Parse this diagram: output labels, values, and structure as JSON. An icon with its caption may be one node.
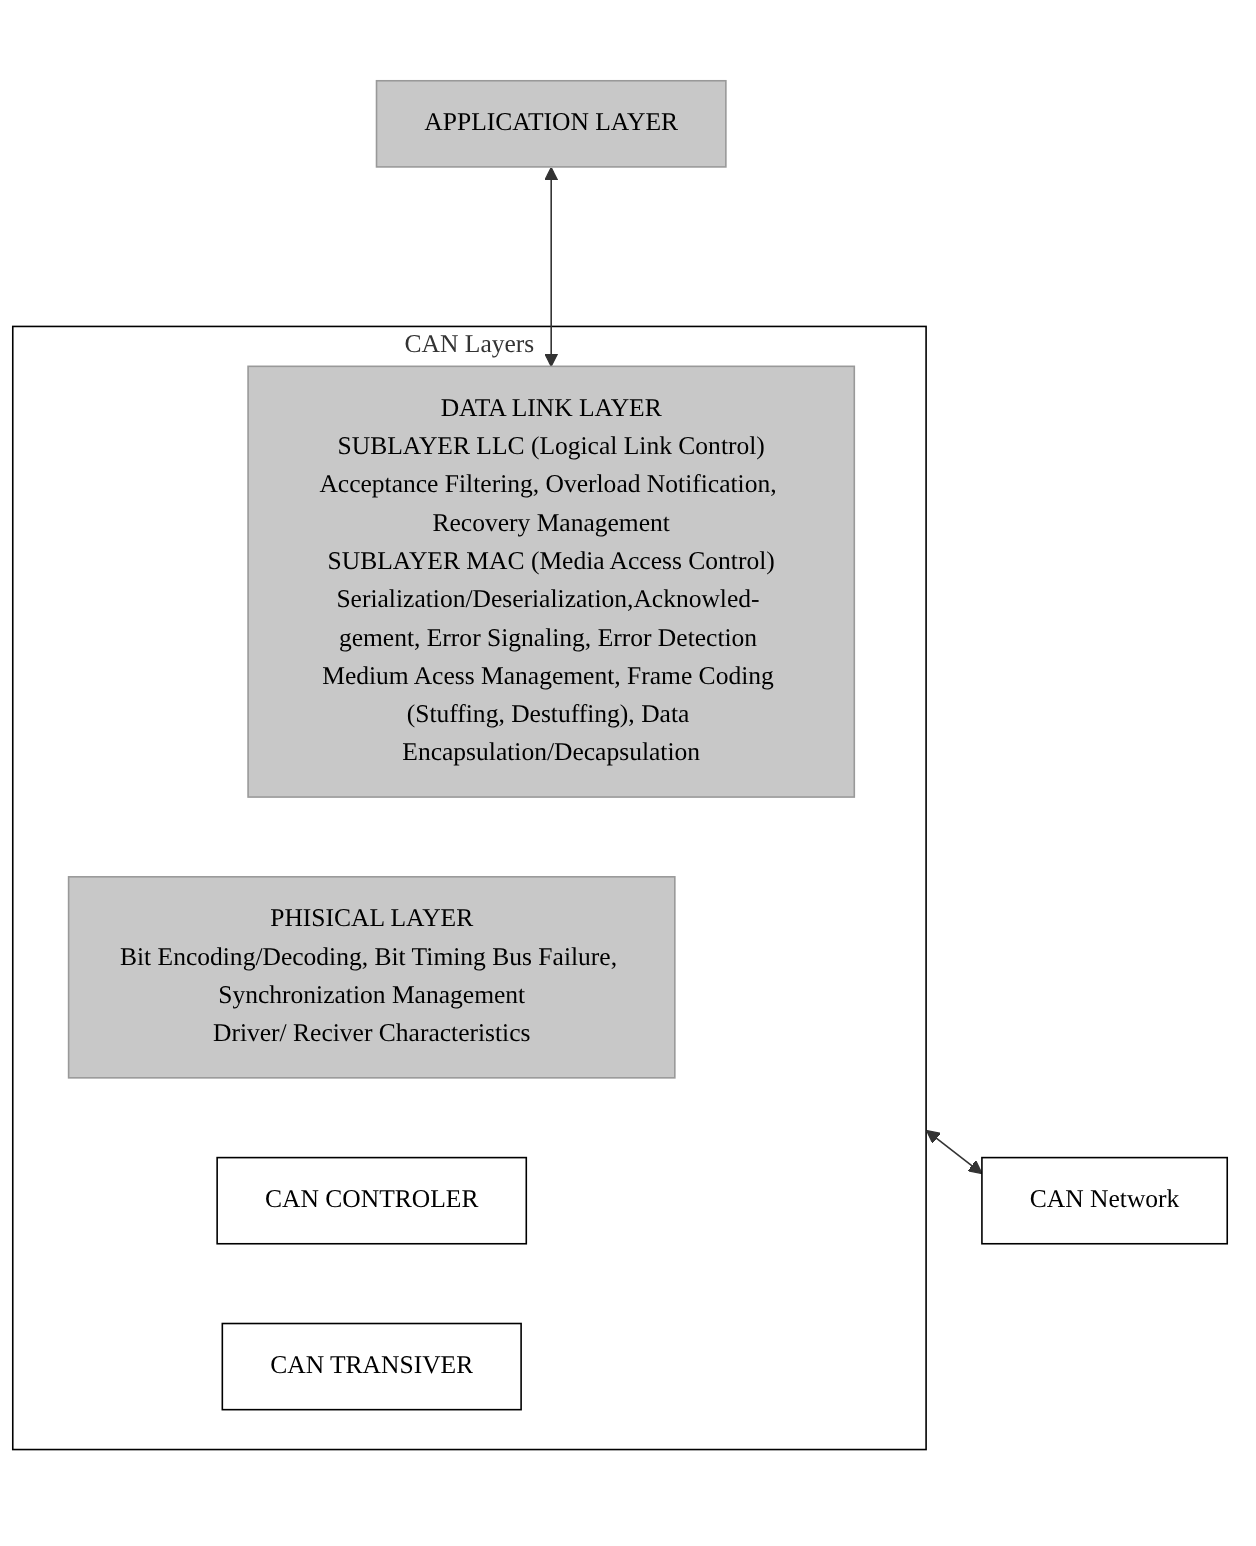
{
  "diagram": {
    "nodes": [
      {
        "text": [
          "APPLICATION LAYER"
        ]
      },
      {
        "text": [
          "CAN Layers"
        ]
      },
      {
        "text": [
          "DATA LINK LAYER",
          "SUBLAYER LLC (Logical Link Control)",
          "Acceptance Filtering, Overload Notification, Recovery Management",
          "SUBLAYER MAC (Media Access Control)",
          "Serialization/Deserialization,Acknowled- gement, Error Signaling, Error Detection Medium Acess Management, Frame Coding (Stuffing, Destuffing), Data Encapsulation/Decapsulation"
        ],
        "in": 1
      },
      {
        "text": [
          "PHISICAL LAYER",
          "Bit Encoding/Decoding, Bit Timing Bus Failure, Synchronization Management",
          "Driver/ Reciver Characteristics"
        ],
        "in": 1
      },
      {
        "text": [
          "CAN CONTROLER"
        ],
        "in": 1
      },
      {
        "text": [
          "CAN TRANSIVER"
        ],
        "in": 1
      },
      {
        "text": [
          "CAN Network"
        ]
      }
    ],
    "edges": [
      {
        "from": 0,
        "to": 2,
        "arrow": "both"
      },
      {
        "from": 1,
        "to": 6,
        "arrow": "both"
      }
    ]
  }
}
